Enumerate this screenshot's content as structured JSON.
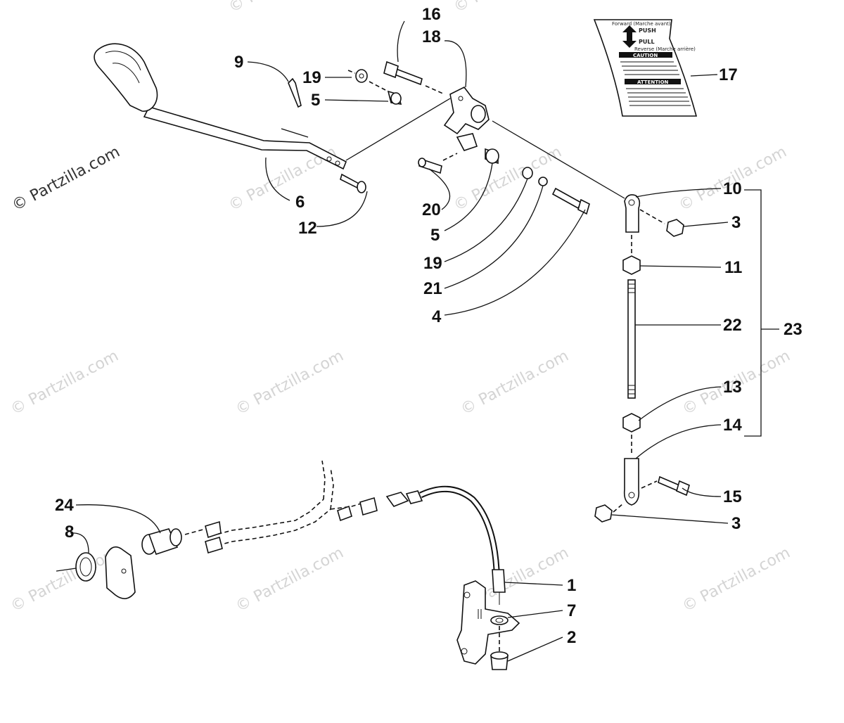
{
  "watermark": {
    "text": "© Partzilla.com",
    "primary_text": "© Partzilla.com",
    "color": "#d4d4d4"
  },
  "decal": {
    "top_label": "Forward (Marche avant)",
    "push": "PUSH",
    "pull": "PULL",
    "bottom_label": "Reverse (Marche arrière)",
    "caution": "CAUTION",
    "attention": "ATTENTION"
  },
  "callouts": {
    "c1": "1",
    "c2": "2",
    "c3a": "3",
    "c3b": "3",
    "c4": "4",
    "c5a": "5",
    "c5b": "5",
    "c6": "6",
    "c7": "7",
    "c8": "8",
    "c9": "9",
    "c10": "10",
    "c11": "11",
    "c12": "12",
    "c13": "13",
    "c14": "14",
    "c15": "15",
    "c16": "16",
    "c17": "17",
    "c18": "18",
    "c19a": "19",
    "c19b": "19",
    "c20": "20",
    "c21": "21",
    "c22": "22",
    "c23": "23",
    "c24": "24"
  }
}
